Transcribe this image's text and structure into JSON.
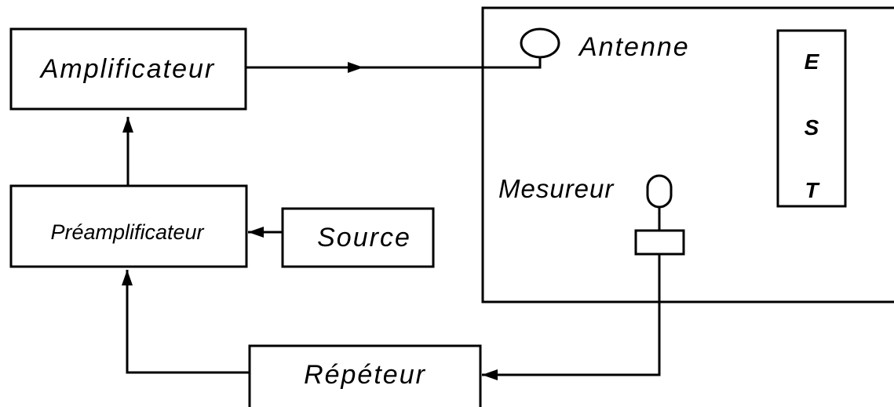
{
  "blocks": {
    "amplificateur": "Amplificateur",
    "preamplificateur": "Préamplificateur",
    "source": "Source",
    "repeteur": "Répéteur"
  },
  "chamber": {
    "antenne": "Antenne",
    "mesureur": "Mesureur",
    "est_letters": [
      "E",
      "S",
      "T"
    ]
  }
}
